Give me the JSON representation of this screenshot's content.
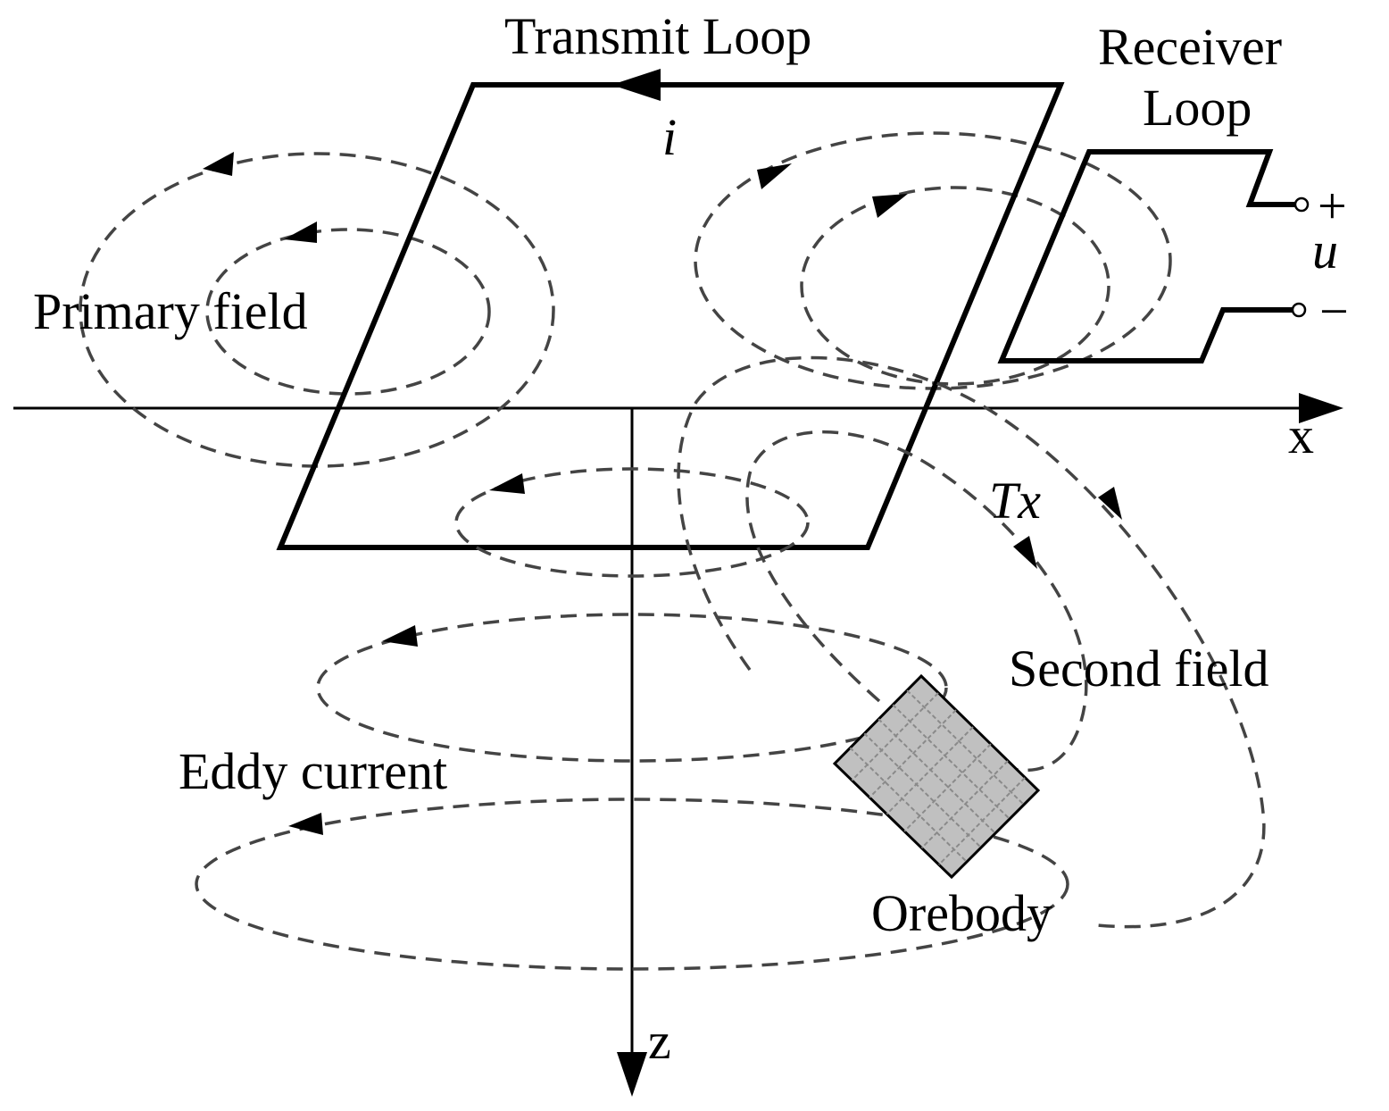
{
  "labels": {
    "transmit_loop": "Transmit Loop",
    "current": "i",
    "receiver_loop_line1": "Receiver",
    "receiver_loop_line2": "Loop",
    "plus": "+",
    "voltage": "u",
    "minus": "−",
    "primary_field": "Primary field",
    "x_axis": "x",
    "tx": "Tx",
    "second_field": "Second field",
    "eddy_current": "Eddy current",
    "orebody": "Orebody",
    "z_axis": "z"
  },
  "colors": {
    "line": "#000000",
    "dashed_field": "#444444",
    "orebody_fill": "#c0c0c0",
    "orebody_grid": "#8a8a8a"
  }
}
